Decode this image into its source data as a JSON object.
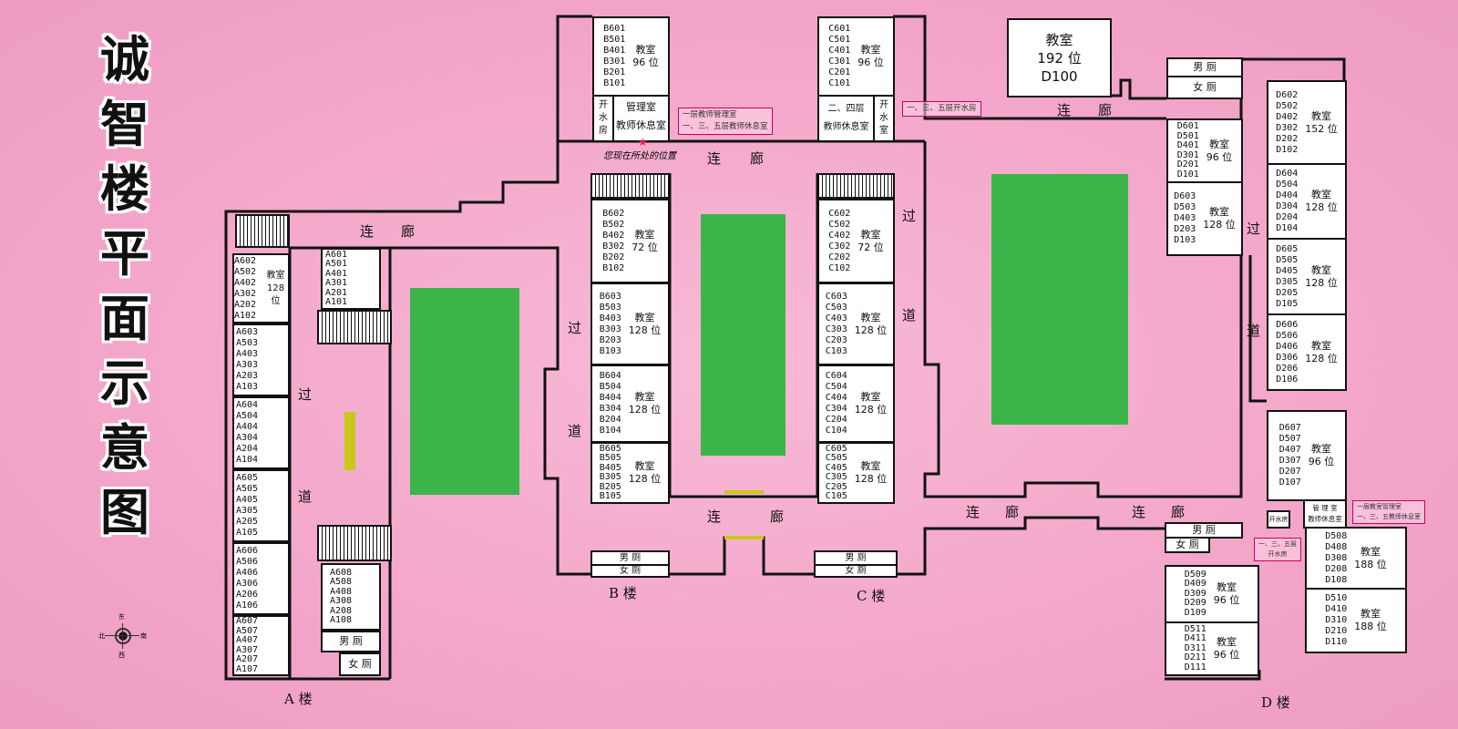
{
  "title_chars": [
    "诚",
    "智",
    "楼",
    "平",
    "面",
    "示",
    "意",
    "图"
  ],
  "compass": {
    "top": "东",
    "left": "北",
    "right": "南",
    "bottom": "西"
  },
  "labels": {
    "corridor_lian": "连",
    "corridor_lang": "廊",
    "aisle_guo": "过",
    "aisle_dao": "道",
    "building_a": "A 楼",
    "building_b": "B 楼",
    "building_c": "C 楼",
    "building_d": "D 楼",
    "you_are_here": "您现在所处的位置",
    "male_wc": "男 厕",
    "female_wc": "女 厕"
  },
  "notes": {
    "b_mgmt": "一层教师管理室\n一、三、五层教师休息室",
    "c_water": "一、三、五层开水房",
    "d_mgmt": "一层教室管理室\n一、三、五教师休息室",
    "d_water": "一、三、五层\n开水房"
  },
  "rooms": {
    "a602": {
      "codes": "A602\nA502\nA402\nA302\nA202\nA102",
      "label": "教室\n128 位"
    },
    "a603": {
      "codes": "A603\nA503\nA403\nA303\nA203\nA103"
    },
    "a604": {
      "codes": "A604\nA504\nA404\nA304\nA204\nA104"
    },
    "a605": {
      "codes": "A605\nA505\nA405\nA305\nA205\nA105"
    },
    "a606": {
      "codes": "A606\nA506\nA406\nA306\nA206\nA106"
    },
    "a607": {
      "codes": "A607\nA507\nA407\nA307\nA207\nA107"
    },
    "a601": {
      "codes": "A601\nA501\nA401\nA301\nA201\nA101"
    },
    "a608": {
      "codes": "A608\nA508\nA408\nA308\nA208\nA108"
    },
    "b601": {
      "codes": "B601\nB501\nB401\nB301\nB201\nB101",
      "label": "教室\n96 位"
    },
    "b_water": {
      "label": "开\n水\n房"
    },
    "b_mgmt": {
      "label": "管理室\n教师休息室"
    },
    "c601": {
      "codes": "C601\nC501\nC401\nC301\nC201\nC101",
      "label": "教室\n96 位"
    },
    "c_rest": {
      "label": "二、四层\n教师休息室"
    },
    "c_water": {
      "label": "开\n水\n室"
    },
    "b602": {
      "codes": "B602\nB502\nB402\nB302\nB202\nB102",
      "label": "教室\n72 位"
    },
    "b603": {
      "codes": "B603\nB503\nB403\nB303\nB203\nB103",
      "label": "教室\n128 位"
    },
    "b604": {
      "codes": "B604\nB504\nB404\nB304\nB204\nB104",
      "label": "教室\n128 位"
    },
    "b605": {
      "codes": "B605\nB505\nB405\nB305\nB205\nB105",
      "label": "教室\n128 位"
    },
    "c602": {
      "codes": "C602\nC502\nC402\nC302\nC202\nC102",
      "label": "教室\n72 位"
    },
    "c603": {
      "codes": "C603\nC503\nC403\nC303\nC203\nC103",
      "label": "教室\n128 位"
    },
    "c604": {
      "codes": "C604\nC504\nC404\nC304\nC204\nC104",
      "label": "教室\n128 位"
    },
    "c605": {
      "codes": "C605\nC505\nC405\nC305\nC205\nC105",
      "label": "教室\n128 位"
    },
    "d100": {
      "label": "教室\n192 位\nD100"
    },
    "d601": {
      "codes": "D601\nD501\nD401\nD301\nD201\nD101",
      "label": "教室\n96 位"
    },
    "d603": {
      "codes": "D603\nD503\nD403\nD203\nD103",
      "label": "教室\n128 位"
    },
    "d602": {
      "codes": "D602\nD502\nD402\nD302\nD202\nD102",
      "label": "教室\n152 位"
    },
    "d604": {
      "codes": "D604\nD504\nD404\nD304\nD204\nD104",
      "label": "教室\n128 位"
    },
    "d605": {
      "codes": "D605\nD505\nD405\nD305\nD205\nD105",
      "label": "教室\n128 位"
    },
    "d606": {
      "codes": "D606\nD506\nD406\nD306\nD206\nD106",
      "label": "教室\n128 位"
    },
    "d607": {
      "codes": "D607\nD507\nD407\nD307\nD207\nD107",
      "label": "教室\n96 位"
    },
    "d_mgmt": {
      "label": "管 理 室\n教师休息室"
    },
    "d_water": {
      "label": "开水房"
    },
    "d508": {
      "codes": "D508\nD408\nD308\nD208\nD108",
      "label": "教室\n188 位"
    },
    "d510": {
      "codes": "D510\nD410\nD310\nD210\nD110",
      "label": "教室\n188 位"
    },
    "d509": {
      "codes": "D509\nD409\nD309\nD209\nD109",
      "label": "教室\n96 位"
    },
    "d511": {
      "codes": "D511\nD411\nD311\nD211\nD111",
      "label": "教室\n96 位"
    }
  }
}
